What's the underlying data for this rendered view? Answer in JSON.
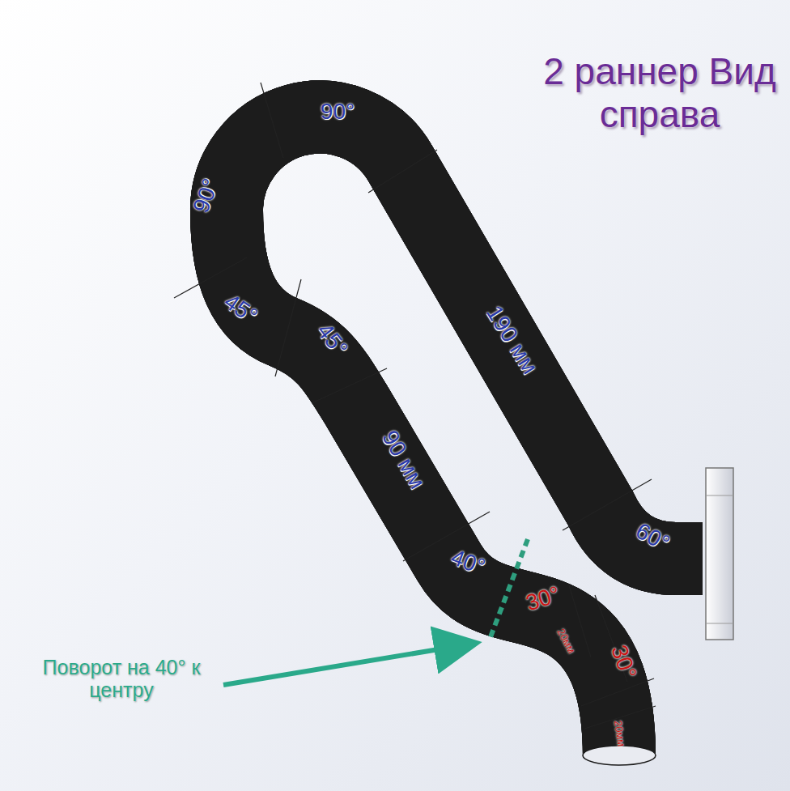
{
  "diagram": {
    "title": "2 раннер Вид справа",
    "labels": [
      "90°",
      "90°",
      "45°",
      "45°",
      "190 мм",
      "90 мм",
      "60°",
      "40°",
      "30°",
      "20мм",
      "30°",
      "20мм",
      "Поворот на 40° к центру"
    ]
  }
}
